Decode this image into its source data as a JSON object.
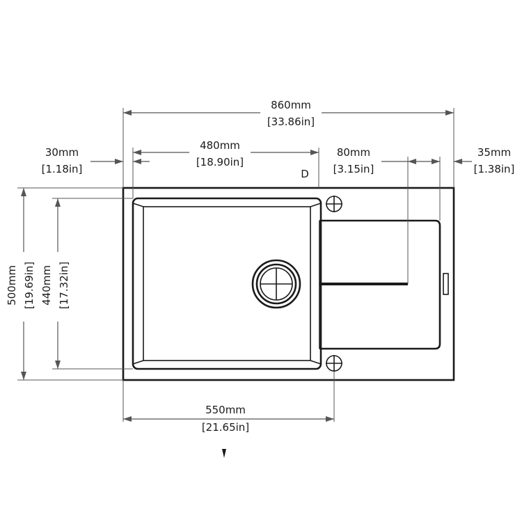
{
  "dimensions": {
    "overall_width": {
      "mm": "860mm",
      "in": "[33.86in]"
    },
    "bowl_width": {
      "mm": "480mm",
      "in": "[18.90in]"
    },
    "left_offset": {
      "mm": "30mm",
      "in": "[1.18in]"
    },
    "drainer_offset": {
      "mm": "80mm",
      "in": "[3.15in]"
    },
    "right_offset": {
      "mm": "35mm",
      "in": "[1.38in]"
    },
    "overall_depth": {
      "mm": "500mm",
      "in": "[19.69in]"
    },
    "bowl_depth": {
      "mm": "440mm",
      "in": "[17.32in]"
    },
    "tap_span": {
      "mm": "550mm",
      "in": "[21.65in]"
    }
  },
  "markers": {
    "drainer_marker": "D"
  }
}
